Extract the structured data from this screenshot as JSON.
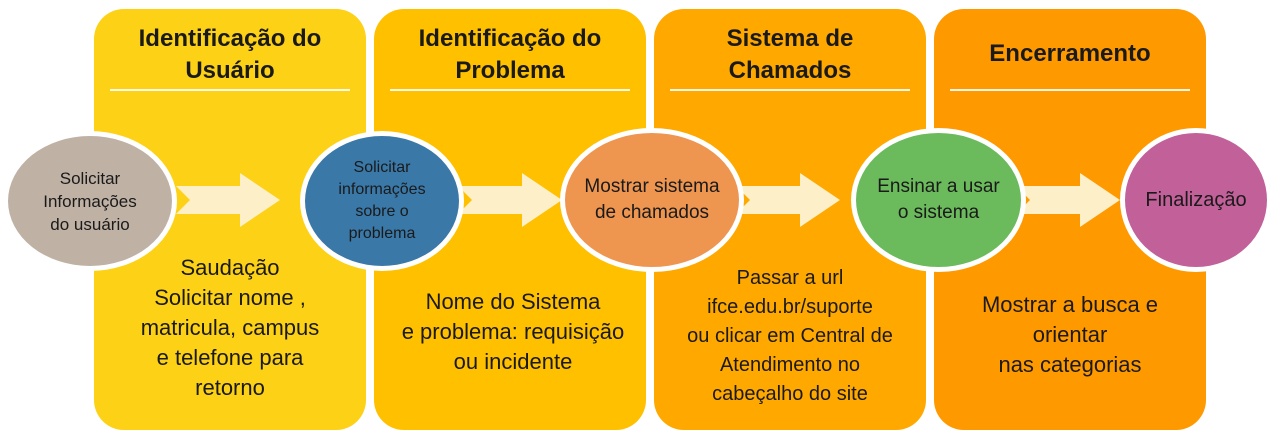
{
  "colors": {
    "panel1": "#fcd116",
    "panel2": "#ffc000",
    "panel3": "#ffa800",
    "panel4": "#ff9900",
    "arrow": "#fdf0c8",
    "circle1": "#bfb2a5",
    "circle2": "#3a78a8",
    "circle3": "#ee9550",
    "circle4": "#6bbb5c",
    "circle5": "#c2609a"
  },
  "stages": [
    {
      "title": "Identificação do\nUsuário",
      "description": "Saudação\nSolicitar nome ,\nmatricula, campus\ne telefone para\nretorno"
    },
    {
      "title": "Identificação do\nProblema",
      "description": "Nome do Sistema\ne problema: requisição\nou incidente"
    },
    {
      "title": "Sistema de\nChamados",
      "description": "Passar a url\nifce.edu.br/suporte\nou clicar em Central de\nAtendimento no\ncabeçalho do site"
    },
    {
      "title": "Encerramento",
      "description": "Mostrar a busca e\norientar\nnas categorias"
    }
  ],
  "steps": [
    {
      "label": "Solicitar\nInformações\ndo usuário"
    },
    {
      "label": "Solicitar\ninformações\nsobre o\nproblema"
    },
    {
      "label": "Mostrar sistema\nde chamados"
    },
    {
      "label": "Ensinar a usar\no sistema"
    },
    {
      "label": "Finalização"
    }
  ]
}
